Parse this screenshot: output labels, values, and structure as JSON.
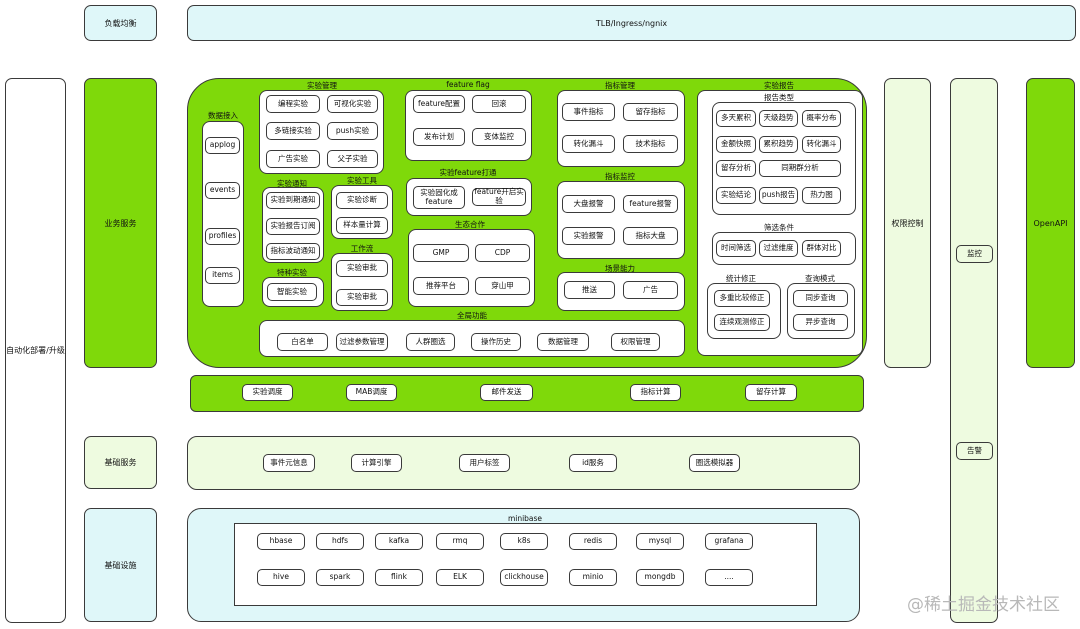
{
  "side": {
    "load_balance": "负载均衡",
    "business": "业务服务",
    "basic_services": "基础服务",
    "infrastructure": "基础设施",
    "automation": "自动化部署/升级"
  },
  "tlb": "TLB/Ingress/ngnix",
  "permission": "权限控制",
  "monitor": "监控",
  "alert": "告警",
  "openapi": "OpenAPI",
  "data_access": {
    "title": "数据接入",
    "items": [
      "applog",
      "events",
      "profiles",
      "items"
    ]
  },
  "experiment_mgmt": {
    "title": "实验管理",
    "items": [
      "编程实验",
      "可视化实验",
      "多链接实验",
      "push实验",
      "广告实验",
      "父子实验"
    ]
  },
  "feature_flag": {
    "title": "feature flag",
    "items": [
      "feature配置",
      "回滚",
      "发布计划",
      "变体监控"
    ]
  },
  "metric_mgmt": {
    "title": "指标管理",
    "items": [
      "事件指标",
      "留存指标",
      "转化漏斗",
      "技术指标"
    ]
  },
  "exp_notify": {
    "title": "实验通知",
    "items": [
      "实验到期通知",
      "实验报告订阅",
      "指标波动通知"
    ]
  },
  "exp_tools": {
    "title": "实验工具",
    "items": [
      "实验诊断",
      "样本量计算"
    ]
  },
  "workflow": {
    "title": "工作流",
    "items": [
      "实验审批",
      "实验审批"
    ]
  },
  "special_exp": {
    "title": "特种实验",
    "items": [
      "智能实验"
    ]
  },
  "feature_link": {
    "title": "实验feature打通",
    "items": [
      "实验固化成feature",
      "feature开启实验"
    ]
  },
  "ecosystem": {
    "title": "生态合作",
    "items": [
      "GMP",
      "CDP",
      "推荐平台",
      "穿山甲"
    ]
  },
  "metric_monitor": {
    "title": "指标监控",
    "items": [
      "大盘报警",
      "feature报警",
      "实验报警",
      "指标大盘"
    ]
  },
  "scenario": {
    "title": "场景能力",
    "items": [
      "推送",
      "广告"
    ]
  },
  "global_func": {
    "title": "全局功能",
    "items": [
      "白名单",
      "过滤参数管理",
      "人群圈选",
      "操作历史",
      "数据管理",
      "权限管理"
    ]
  },
  "exp_report": {
    "title": "实验报告",
    "report_types": {
      "title": "报告类型",
      "items": [
        "多天累积",
        "天级趋势",
        "概率分布",
        "金额快照",
        "累积趋势",
        "转化漏斗",
        "留存分析",
        "同期群分析",
        "实验结论",
        "push报告",
        "热力图"
      ]
    },
    "filters": {
      "title": "筛选条件",
      "items": [
        "时间筛选",
        "过滤维度",
        "群体对比"
      ]
    },
    "stat_fix": {
      "title": "统计修正",
      "items": [
        "多重比较修正",
        "连续观测修正"
      ]
    },
    "query_mode": {
      "title": "查询模式",
      "items": [
        "同步查询",
        "异步查询"
      ]
    }
  },
  "scheduler_bar": {
    "items": [
      "实验调度",
      "MAB调度",
      "邮件发送",
      "指标计算",
      "留存计算"
    ]
  },
  "basic_bar": {
    "items": [
      "事件元信息",
      "计算引擎",
      "用户标签",
      "id服务",
      "圈选模拟器"
    ]
  },
  "minibase": {
    "title": "minibase",
    "row1": [
      "hbase",
      "hdfs",
      "kafka",
      "rmq",
      "k8s",
      "redis",
      "mysql",
      "grafana"
    ],
    "row2": [
      "hive",
      "spark",
      "flink",
      "ELK",
      "clickhouse",
      "minio",
      "mongdb",
      "...."
    ]
  },
  "watermark": "@稀土掘金技术社区"
}
